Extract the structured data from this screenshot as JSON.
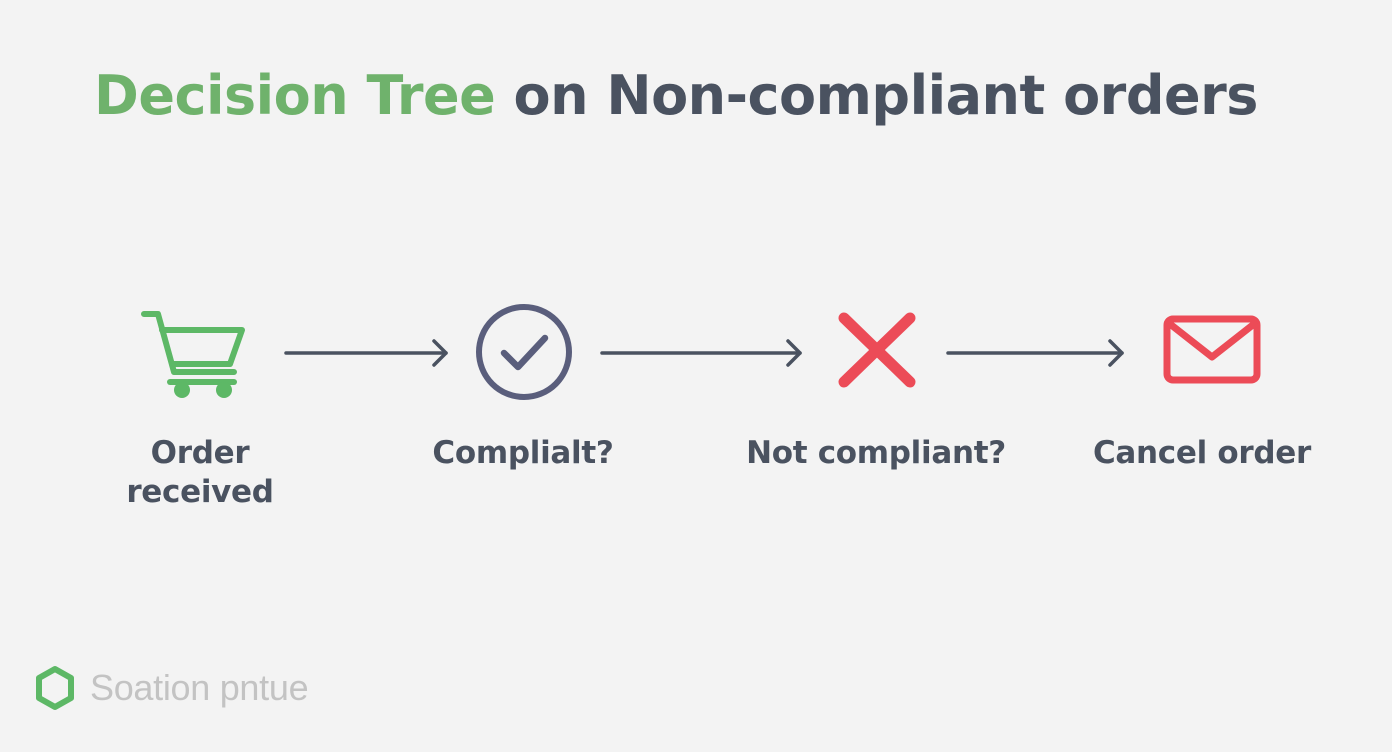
{
  "title": {
    "accent": "Decision Tree",
    "rest": " on Non-compliant orders"
  },
  "steps": [
    {
      "label_line1": "Order",
      "label_line2": "received",
      "icon": "shopping-cart-icon",
      "color": "#5db866"
    },
    {
      "label_line1": "Complialt?",
      "icon": "check-circle-icon",
      "color": "#5a5e7c"
    },
    {
      "label_line1": "Not compliant?",
      "icon": "x-mark-icon",
      "color": "#ec4b57"
    },
    {
      "label_line1": "Cancel order",
      "icon": "envelope-icon",
      "color": "#ec4b57"
    }
  ],
  "colors": {
    "accent": "#6fb26c",
    "text": "#4a5260",
    "arrow": "#4a5260",
    "background": "#f3f3f3",
    "brand": "#5db866",
    "brand_text": "#c3c3c3"
  },
  "brand": {
    "name": "Soation pntue",
    "icon": "hexagon-logo-icon"
  }
}
